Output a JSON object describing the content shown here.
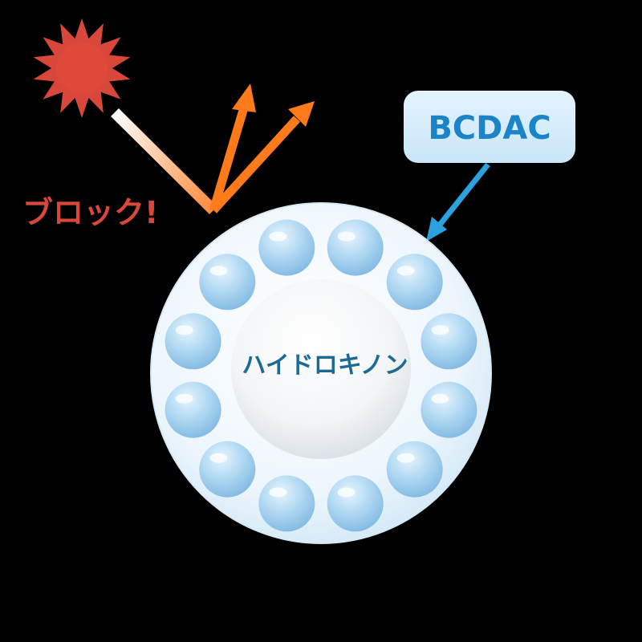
{
  "labels": {
    "block": "ブロック!",
    "core": "ハイドロキノン",
    "capsule": "BCDAC"
  },
  "colors": {
    "background": "#000000",
    "sun": "#e0493a",
    "sun_rays": "#d9473a",
    "block_text": "#d9473a",
    "reflect_arrow": "#ff7a1a",
    "incoming_ray_start": "#ffffff",
    "incoming_ray_end": "#ff8a3a",
    "capsule_tag_fill": "#d3ecfa",
    "capsule_tag_text": "#1b84c9",
    "pointer_arrow": "#2aa2e0",
    "core_text": "#1d6a94",
    "bead": "#9ccbeb",
    "shell": "#e9f4fc"
  },
  "icons": {
    "sun": "sun-icon",
    "beads": "bead-icon"
  },
  "beads_count": 12
}
